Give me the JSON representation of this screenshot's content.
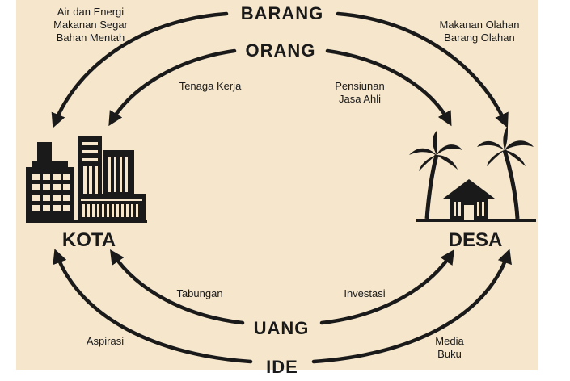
{
  "places": {
    "city": "KOTA",
    "village": "DESA"
  },
  "flows": {
    "goods": {
      "label": "BARANG",
      "city_side": [
        "Air dan Energi",
        "Makanan Segar",
        "Bahan Mentah"
      ],
      "village_side": [
        "Makanan Olahan",
        "Barang Olahan"
      ]
    },
    "people": {
      "label": "ORANG",
      "city_side": [
        "Tenaga Kerja"
      ],
      "village_side": [
        "Pensiunan",
        "Jasa Ahli"
      ]
    },
    "money": {
      "label": "UANG",
      "city_side": [
        "Tabungan"
      ],
      "village_side": [
        "Investasi"
      ]
    },
    "ideas": {
      "label": "IDE",
      "city_side": [
        "Aspirasi"
      ],
      "village_side": [
        "Media",
        "Buku"
      ]
    }
  },
  "icons": [
    "city-buildings-icon",
    "palm-tree-icon",
    "house-icon"
  ],
  "colors": {
    "background": "#f5e6cc",
    "ink": "#1a1a1a"
  }
}
